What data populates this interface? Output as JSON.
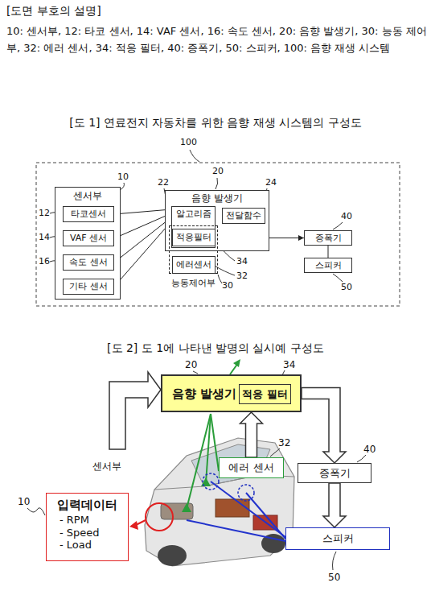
{
  "diagram": {
    "nodes": [
      {
        "text": [
          "센서부"
        ]
      },
      {
        "text": [
          "타코센서"
        ],
        "in": 0
      },
      {
        "text": [
          "VAF 센서"
        ],
        "in": 0
      },
      {
        "text": [
          "속도 센서"
        ],
        "in": 0
      },
      {
        "text": [
          "기타 센서"
        ],
        "in": 0
      },
      {
        "text": [
          "음향 발생기"
        ]
      },
      {
        "text": [
          "알고리즘"
        ],
        "in": 5
      },
      {
        "text": [
          "적응필터"
        ],
        "in": 6
      },
      {
        "text": [
          "전달함수"
        ],
        "in": 5
      },
      {
        "text": [
          "능동제어부"
        ]
      },
      {
        "text": [
          "에러센서"
        ],
        "in": 9
      },
      {
        "text": [
          "증폭기"
        ]
      },
      {
        "text": [
          "스피커"
        ]
      },
      {
        "text": [
          "음향 발생기"
        ]
      },
      {
        "text": [
          "적응 필터"
        ],
        "in": 13
      },
      {
        "text": [
          "에러 센서"
        ]
      },
      {
        "text": [
          "증폭기"
        ]
      },
      {
        "text": [
          "입력데이터",
          "- RPM",
          "- Speed",
          "- Load"
        ]
      },
      {
        "text": [
          "스피커"
        ]
      }
    ],
    "edges": [
      {
        "from": 1,
        "to": 6,
        "arrow": "to"
      },
      {
        "from": 2,
        "to": 6,
        "arrow": "to"
      },
      {
        "from": 3,
        "to": 6,
        "arrow": "to"
      },
      {
        "from": 4,
        "to": 6,
        "arrow": "to"
      },
      {
        "from": 5,
        "to": 11,
        "arrow": "to"
      },
      {
        "from": 11,
        "to": 12,
        "arrow": "none"
      },
      {
        "from": 15,
        "to": 13,
        "arrow": "to"
      },
      {
        "from": 13,
        "to": 16,
        "arrow": "to"
      },
      {
        "from": 16,
        "to": 18,
        "arrow": "to"
      }
    ],
    "labels": [
      "[도면 부호의 설명]",
      "10: 센서부, 12: 타코 센서, 14: VAF 센서, 16: 속도 센서, 20: 음향 발생기, 30: 능동 제어부, 32: 에러 센서, 34: 적응 필터, 40: 증폭기, 50: 스피커, 100: 음향 재생 시스템",
      "[도 1] 연료전지 자동차를 위한 음향 재생 시스템의 구성도",
      "100",
      "10",
      "12",
      "14",
      "16",
      "20",
      "22",
      "24",
      "34",
      "32",
      "30",
      "40",
      "50",
      "[도 2] 도 1에 나타낸 발명의 실시예 구성도",
      "20",
      "34",
      "32",
      "40",
      "센서부",
      "10",
      "50"
    ]
  }
}
